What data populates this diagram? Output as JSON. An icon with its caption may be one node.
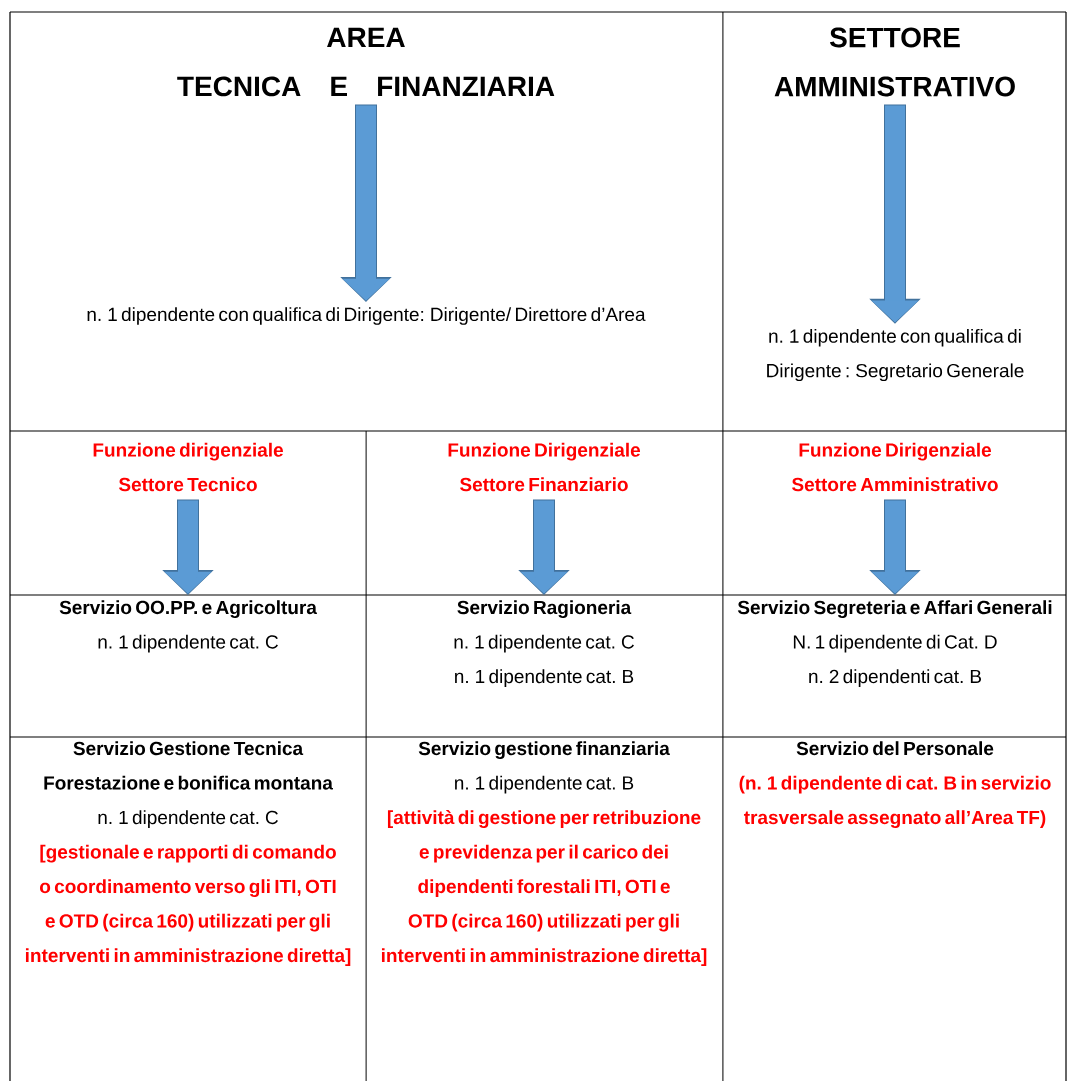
{
  "diagram": {
    "nodes": [
      {
        "text": [
          "AREA",
          "TECNICA E FINANZIARIA"
        ]
      },
      {
        "text": [
          "n. 1 dipendente con qualifica di Dirigente: Dirigente/ Direttore d’Area"
        ]
      },
      {
        "text": [
          "SETTORE AMMINISTRATIVO"
        ]
      },
      {
        "text": [
          "n. 1 dipendente con qualifica di Dirigente : Segretario Generale"
        ]
      },
      {
        "text": [
          "Funzione dirigenziale Settore Tecnico"
        ]
      },
      {
        "text": [
          "Funzione Dirigenziale Settore Finanziario"
        ]
      },
      {
        "text": [
          "Funzione Dirigenziale Settore Amministrativo"
        ]
      },
      {
        "text": [
          "Servizio OO.PP. e Agricoltura",
          "n. 1 dipendente cat. C"
        ]
      },
      {
        "text": [
          "Servizio Ragioneria",
          "n. 1 dipendente cat. C",
          "n. 1 dipendente cat. B"
        ]
      },
      {
        "text": [
          "Servizio Segreteria e Affari Generali",
          "N. 1 dipendente di Cat. D",
          "n. 2 dipendenti cat. B"
        ]
      },
      {
        "text": [
          "Servizio Gestione Tecnica Forestazione e bonifica montana",
          "n. 1 dipendente cat. C",
          "[gestionale e rapporti di comando o coordinamento verso gli ITI, OTI e OTD (circa 160) utilizzati per gli interventi in amministrazione diretta]"
        ]
      },
      {
        "text": [
          "Servizio gestione finanziaria",
          "n. 1 dipendente cat. B",
          "[attività di gestione per retribuzione e previdenza per il carico dei dipendenti forestali ITI, OTI e OTD (circa 160) utilizzati per gli interventi in amministrazione diretta]"
        ]
      },
      {
        "text": [
          "Servizio del Personale",
          "(n. 1 dipendente di cat. B in servizio trasversale assegnato all’Area TF)"
        ]
      }
    ],
    "edges": [
      {
        "from": 0,
        "to": 1,
        "arrow": "to"
      },
      {
        "from": 2,
        "to": 3,
        "arrow": "to"
      },
      {
        "from": 4,
        "to": 7,
        "arrow": "to"
      },
      {
        "from": 5,
        "to": 8,
        "arrow": "to"
      },
      {
        "from": 6,
        "to": 9,
        "arrow": "to"
      }
    ]
  }
}
